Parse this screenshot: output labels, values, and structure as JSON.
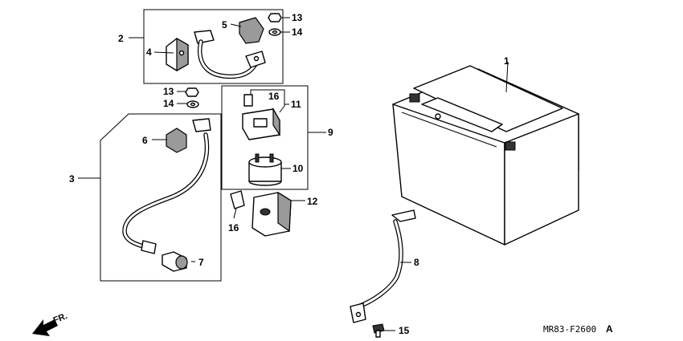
{
  "callouts": {
    "battery": "1",
    "positive_cable_kit": "2",
    "cable_assy": "3",
    "positive_cap": "4",
    "terminal_cover": "5",
    "cable_cap": "6",
    "cable_boot": "7",
    "negative_cable": "8",
    "starter_relay_set": "9",
    "relay_body": "10",
    "relay_housing": "11",
    "relay_cover": "12",
    "nut_upper": "13",
    "nut_lower": "13",
    "washer_upper": "14",
    "washer_lower": "14",
    "bolt": "15",
    "fuse_upper": "16",
    "fuse_lower": "16"
  },
  "front_marker": "FR.",
  "diagram_code": "MR83-F2600",
  "diagram_code_suffix": "A"
}
